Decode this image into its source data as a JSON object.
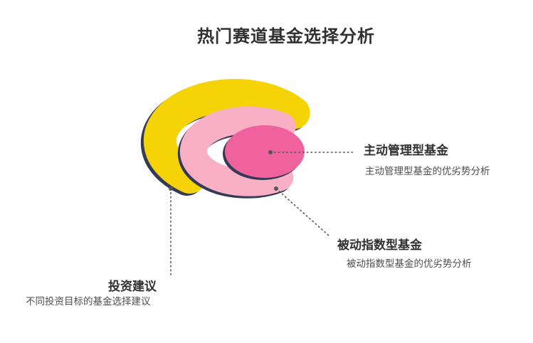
{
  "title": "热门赛道基金选择分析",
  "callouts": {
    "active": {
      "title": "主动管理型基金",
      "desc": "主动管理型基金的优劣势分析"
    },
    "passive": {
      "title": "被动指数型基金",
      "desc": "被动指数型基金的优劣势分析"
    },
    "advice": {
      "title": "投资建议",
      "desc": "不同投资目标的基金选择建议"
    }
  },
  "colors": {
    "background": "#FFFFFF",
    "yellow_arc": "#F5D306",
    "pink_arc": "#F9AFC4",
    "rose_ellipse": "#F0629D",
    "outline": "#333A56",
    "connector": "#555555",
    "heading": "#303030",
    "description": "#4F4F4F"
  }
}
